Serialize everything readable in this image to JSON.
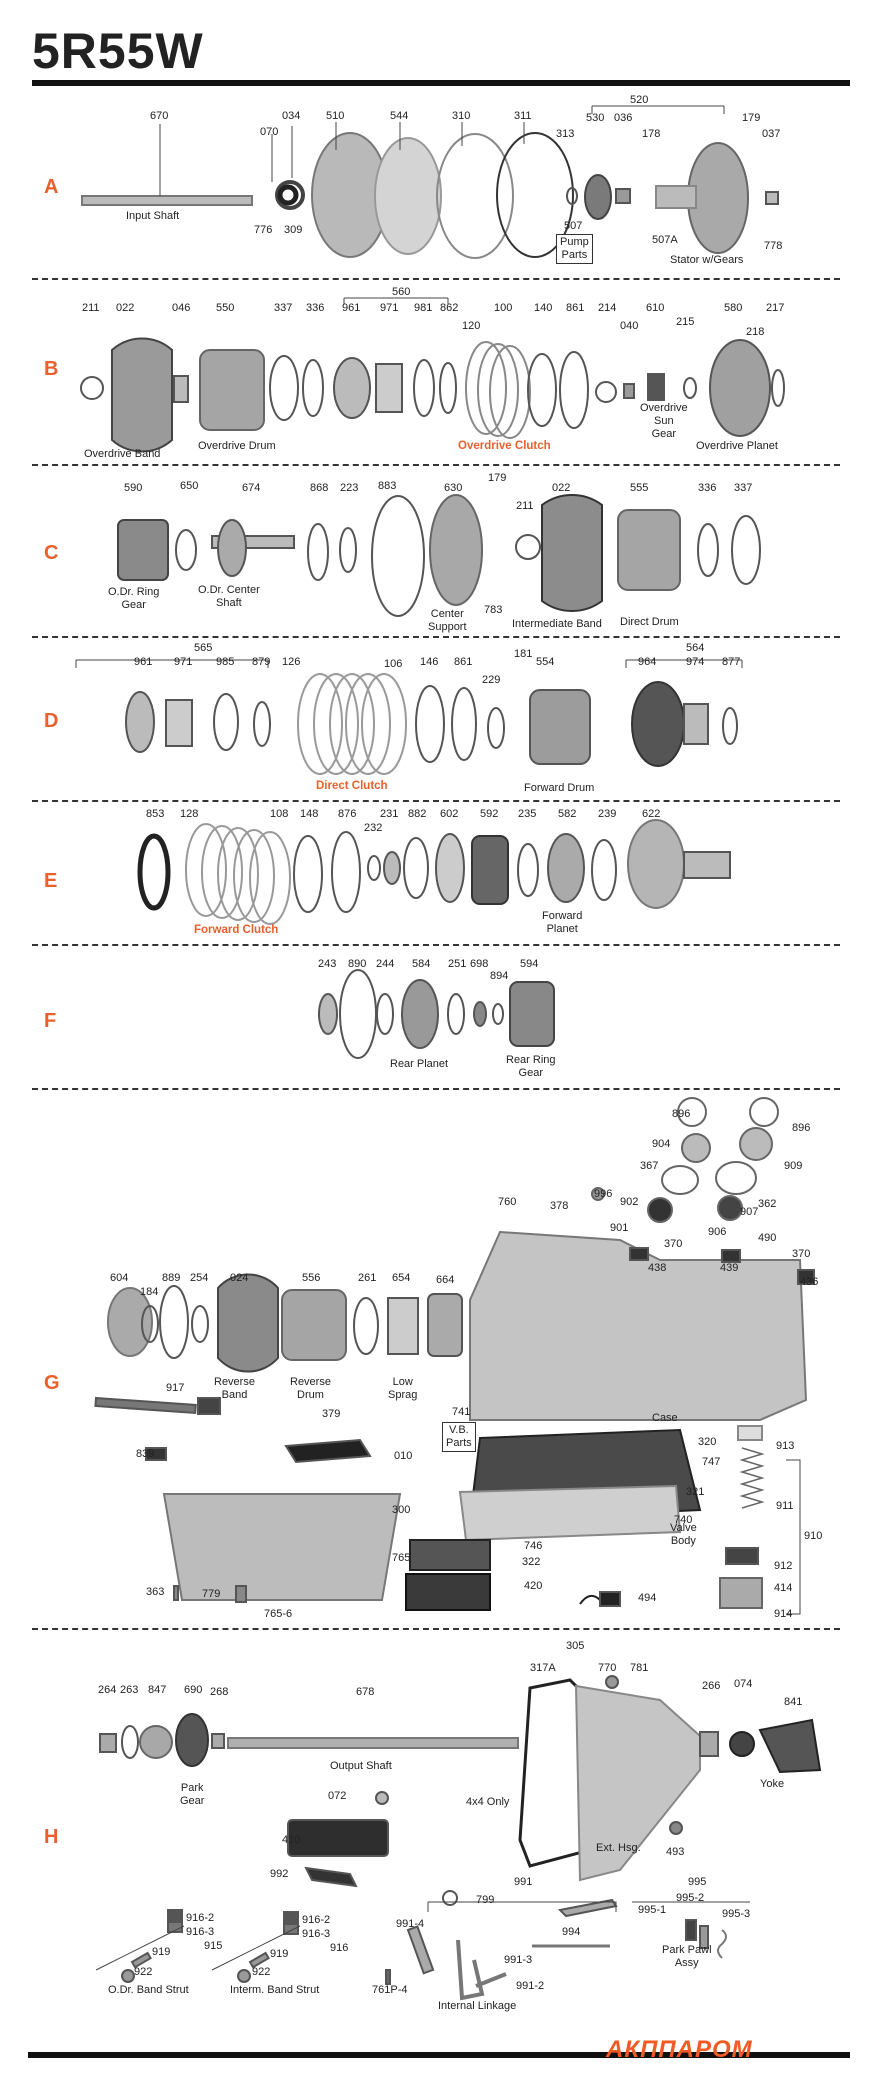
{
  "title": "5R55W",
  "brand": "АКППАРОМ",
  "sections": {
    "A": {
      "letter": "A",
      "numbers": [
        "670",
        "070",
        "034",
        "510",
        "544",
        "310",
        "311",
        "313",
        "530",
        "036",
        "520",
        "178",
        "179",
        "037",
        "776",
        "309",
        "507",
        "507A",
        "778"
      ],
      "captions": [
        "Input Shaft",
        "Stator w/Gears"
      ],
      "boxed": "Pump\nParts"
    },
    "B": {
      "letter": "B",
      "numbers": [
        "211",
        "022",
        "046",
        "550",
        "337",
        "336",
        "560",
        "961",
        "971",
        "981",
        "862",
        "120",
        "100",
        "140",
        "861",
        "214",
        "040",
        "610",
        "215",
        "580",
        "218",
        "217"
      ],
      "captions": [
        "Overdrive Band",
        "Overdrive Drum",
        "Overdrive\nSun\nGear",
        "Overdrive Planet"
      ],
      "highlight": "Overdrive Clutch"
    },
    "C": {
      "letter": "C",
      "numbers": [
        "590",
        "650",
        "674",
        "868",
        "223",
        "883",
        "630",
        "179",
        "211",
        "022",
        "555",
        "336",
        "337",
        "783"
      ],
      "captions": [
        "O.Dr. Ring\nGear",
        "O.Dr. Center\nShaft",
        "Center\nSupport",
        "Intermediate Band",
        "Direct Drum"
      ]
    },
    "D": {
      "letter": "D",
      "numbers": [
        "565",
        "961",
        "971",
        "985",
        "879",
        "126",
        "106",
        "146",
        "861",
        "229",
        "181",
        "554",
        "564",
        "964",
        "974",
        "877"
      ],
      "captions": [
        "Forward Drum"
      ],
      "highlight": "Direct Clutch"
    },
    "E": {
      "letter": "E",
      "numbers": [
        "853",
        "128",
        "108",
        "148",
        "876",
        "231",
        "232",
        "882",
        "602",
        "592",
        "235",
        "582",
        "239",
        "622"
      ],
      "captions": [
        "Forward\nPlanet"
      ],
      "highlight": "Forward Clutch"
    },
    "F": {
      "letter": "F",
      "numbers": [
        "243",
        "890",
        "244",
        "584",
        "251",
        "698",
        "894",
        "594"
      ],
      "captions": [
        "Rear Planet",
        "Rear Ring\nGear"
      ]
    },
    "G": {
      "letter": "G",
      "numbers": [
        "896",
        "896",
        "904",
        "909",
        "367",
        "902",
        "907",
        "362",
        "996",
        "378",
        "760",
        "901",
        "906",
        "370",
        "490",
        "438",
        "439",
        "370",
        "436",
        "604",
        "184",
        "889",
        "254",
        "024",
        "556",
        "261",
        "654",
        "664",
        "917",
        "379",
        "839",
        "010",
        "741",
        "320",
        "913",
        "747",
        "300",
        "321",
        "911",
        "740",
        "910",
        "746",
        "765",
        "322",
        "912",
        "420",
        "363",
        "779",
        "494",
        "414",
        "914",
        "765-6"
      ],
      "captions": [
        "Reverse\nBand",
        "Reverse\nDrum",
        "Low\nSprag",
        "Case",
        "Valve\nBody"
      ],
      "boxed": "V.B.\nParts"
    },
    "H": {
      "letter": "H",
      "numbers": [
        "305",
        "264",
        "263",
        "847",
        "690",
        "268",
        "678",
        "317A",
        "770",
        "781",
        "266",
        "074",
        "841",
        "072",
        "493",
        "410",
        "992",
        "991",
        "995",
        "799",
        "995-2",
        "995-1",
        "995-3",
        "916-2",
        "916-3",
        "916-2",
        "916-3",
        "915",
        "916",
        "991-4",
        "919",
        "919",
        "922",
        "922",
        "994",
        "991-3",
        "761P-4",
        "991-2"
      ],
      "captions": [
        "Output Shaft",
        "Park\nGear",
        "4x4 Only",
        "Ext. Hsg.",
        "Yoke",
        "O.Dr. Band Strut",
        "Interm. Band Strut",
        "Internal Linkage",
        "Park Pawl\nAssy"
      ]
    }
  },
  "colors": {
    "accent": "#e8602c",
    "brand": "#f25a24",
    "metal_light": "#c8c8c8",
    "metal_dark": "#3a3a3a",
    "rule": "#111111"
  }
}
